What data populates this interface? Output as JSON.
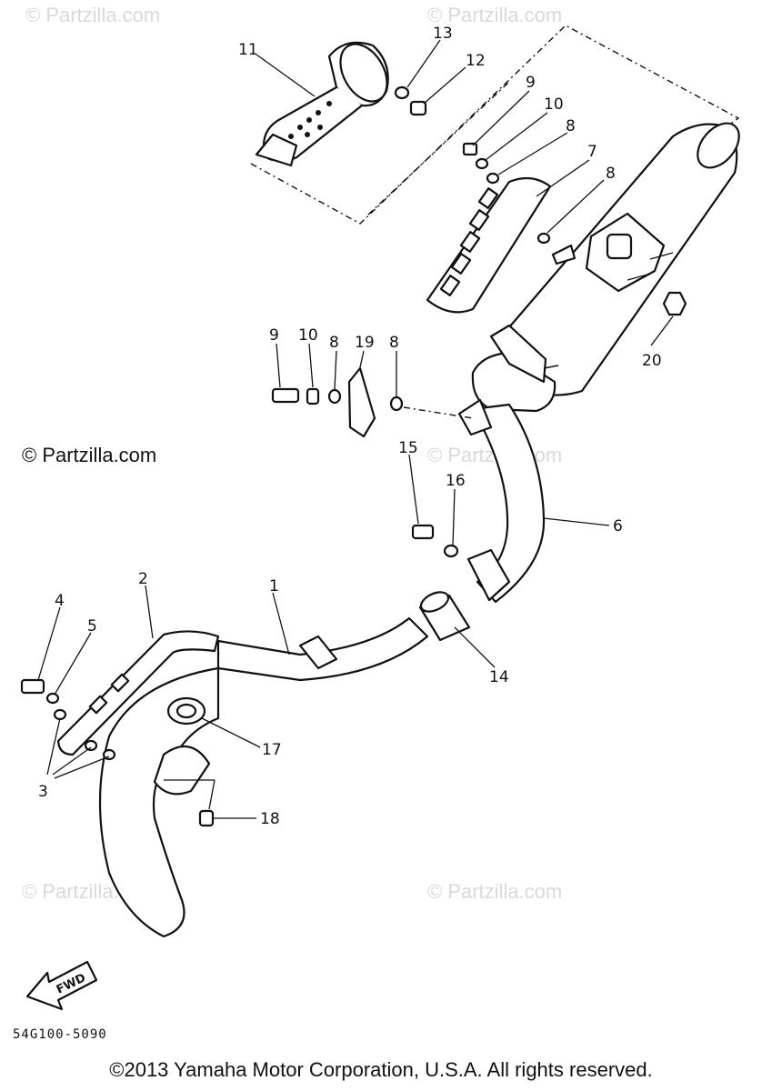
{
  "watermarks": {
    "top_left": "© Partzilla.com",
    "top_center": "© Partzilla.com",
    "mid_left": "© Partzilla.com",
    "mid_center": "© Partzilla.com",
    "bottom_left": "© Partzilla.com",
    "bottom_center": "© Partzilla.com"
  },
  "callouts": {
    "c1": "1",
    "c2": "2",
    "c3": "3",
    "c4": "4",
    "c5": "5",
    "c6": "6",
    "c7": "7",
    "c8a": "8",
    "c8b": "8",
    "c8c": "8",
    "c8d": "8",
    "c9a": "9",
    "c9b": "9",
    "c10a": "10",
    "c10b": "10",
    "c11": "11",
    "c12": "12",
    "c13": "13",
    "c14": "14",
    "c15": "15",
    "c16": "16",
    "c17": "17",
    "c18": "18",
    "c19": "19",
    "c20": "20"
  },
  "fwd_label": "FWD",
  "diagram_code": "54G100-5090",
  "copyright": "©2013 Yamaha Motor Corporation, U.S.A. All rights reserved."
}
